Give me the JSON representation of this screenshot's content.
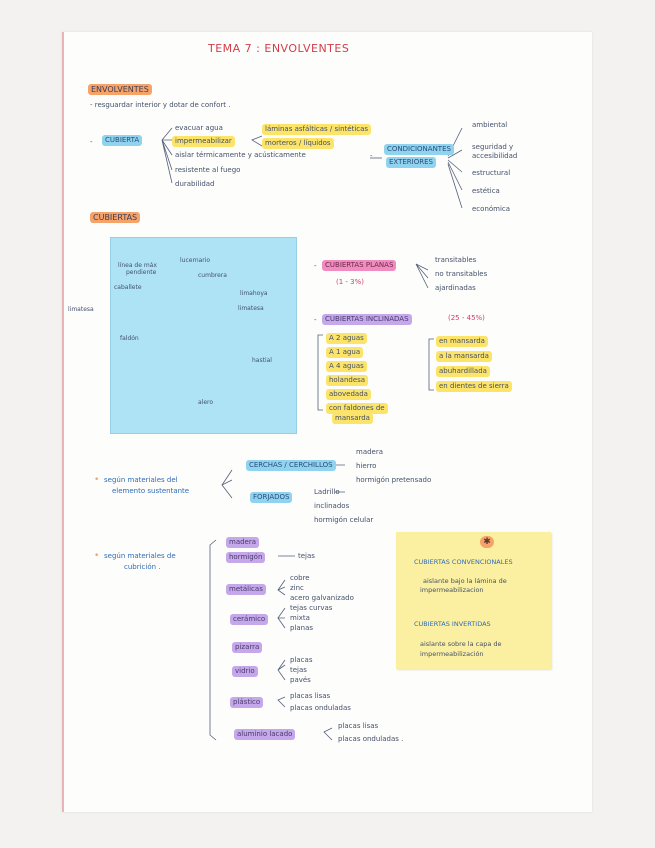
{
  "page_title": "TEMA 7 : ENVOLVENTES",
  "envolventes": {
    "heading": "ENVOLVENTES",
    "description": "- resguardar interior y dotar de confort ."
  },
  "cubierta": {
    "label": "CUBIERTA",
    "functions": [
      "evacuar agua",
      "impermeabilizar",
      "aislar térmicamente y acústicamente",
      "resistente al fuego",
      "durabilidad"
    ],
    "impermeabilizar_types": [
      "láminas asfálticas / sintéticas",
      "morteros / líquidos"
    ],
    "requirements_label": [
      "CONDICIONANTES",
      "EXTERIORES"
    ],
    "requirements": [
      "ambiental",
      "seguridad y",
      "accesibilidad",
      "estructural",
      "estética",
      "económica"
    ]
  },
  "cubiertas_heading": "CUBIERTAS",
  "diagram_labels": {
    "linea_maxima_pendiente": [
      "línea de máx",
      "pendiente"
    ],
    "lucernario": "lucernario",
    "cumbrera": "cumbrera",
    "caballete": "caballete",
    "limatesa": "limatesa",
    "limahoya": "limahoya",
    "faldon": "faldón",
    "hastial": "hastial",
    "alero": "alero",
    "lima": "limatesa"
  },
  "planas": {
    "label": "CUBIERTAS PLANAS",
    "range": "(1 - 3%)",
    "types": [
      "transitables",
      "no transitables",
      "ajardinadas"
    ]
  },
  "inclinadas": {
    "label": "CUBIERTAS INCLINADAS",
    "range": "(25 - 45%)",
    "left_types": [
      "A 2 aguas",
      "A 1 agua",
      "A 4 aguas",
      "holandesa",
      "abovedada",
      "con faldones de",
      "mansarda"
    ],
    "right_types": [
      "en mansarda",
      "a la mansarda",
      "abuhardillada",
      "en dientes de sierra"
    ]
  },
  "sustentante": {
    "label": [
      "según materiales del",
      "elemento sustentante"
    ],
    "cerchas_label": "CERCHAS / CERCHILLOS",
    "cerchas_items": [
      "madera",
      "hierro",
      "hormigón pretensado"
    ],
    "forjados_label": "FORJADOS",
    "forjados_items": [
      "Ladrillo",
      "inclinados",
      "hormigón celular"
    ]
  },
  "cubricion": {
    "label": [
      "según materiales de",
      "cubrición ."
    ],
    "madera": "madera",
    "hormigon": "hormigón",
    "hormigon_item": "tejas",
    "metalicas": "metálicas",
    "metalicas_items": [
      "cobre",
      "zinc",
      "acero galvanizado"
    ],
    "ceramico": "cerámico",
    "ceramico_items": [
      "tejas curvas",
      "mixta",
      "planas"
    ],
    "pizarra": "pizarra",
    "vidrio": "vidrio",
    "vidrio_items": [
      "placas",
      "tejas",
      "pavés"
    ],
    "plastico": "plástico",
    "plastico_items": [
      "placas lisas",
      "placas onduladas"
    ],
    "aluminio": "aluminio lacado",
    "aluminio_items": [
      "placas lisas",
      "placas onduladas ."
    ]
  },
  "sticky": {
    "star": "✱",
    "convencionales": "CUBIERTAS CONVENCIONALES",
    "convencionales_desc": [
      "aislante bajo la lámina de",
      "impermeabilizacion"
    ],
    "invertidas": "CUBIERTAS INVERTIDAS",
    "invertidas_desc": [
      "aislante sobre la capa de",
      "impermeabilización"
    ]
  }
}
